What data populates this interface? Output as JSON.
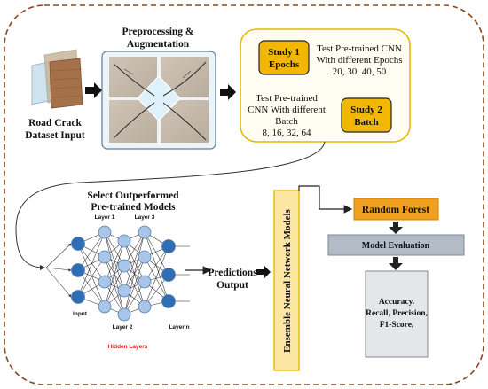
{
  "dataset": {
    "line1": "Road Crack",
    "line2": "Dataset Input"
  },
  "preprocessing": {
    "line1": "Preprocessing &",
    "line2": "Augmentation"
  },
  "study1": {
    "badge_line1": "Study 1",
    "badge_line2": "Epochs",
    "desc_line1": "Test  Pre-trained CNN",
    "desc_line2": "With different Epochs",
    "desc_line3": "20, 30, 40, 50"
  },
  "study2": {
    "badge_line1": "Study 2",
    "badge_line2": "Batch",
    "desc_line1": "Test Pre-trained",
    "desc_line2": "CNN With different",
    "desc_line3": "Batch",
    "desc_line4": "8, 16, 32, 64"
  },
  "select": {
    "line1": "Select Outperformed",
    "line2": "Pre-trained Models"
  },
  "network": {
    "layer1": "Layer 1",
    "layer2": "Layer 2",
    "layer3": "Layer 3",
    "layern": "Layer n",
    "input": "Input",
    "hidden": "Hidden Layers"
  },
  "predictions": {
    "line1": "Predictions",
    "line2": "Output"
  },
  "ensemble": "Ensemble Neural Network Models",
  "random_forest": "Random Forest",
  "evaluation": "Model Evaluation",
  "metrics": {
    "line1": "Accuracy.",
    "line2": "Recall, Precision,",
    "line3": "F1-Score,"
  },
  "colors": {
    "border_dash": "#8b4a1e",
    "badge_fill": "#f2b705",
    "yellow_border": "#e8b800",
    "orange_box": "#f0a020",
    "ensemble_fill": "#fbe6a2",
    "eval_fill": "#b3bcc6",
    "node_dark": "#2f6db5",
    "node_light": "#a9c6ea",
    "hidden_label": "#e02020"
  }
}
